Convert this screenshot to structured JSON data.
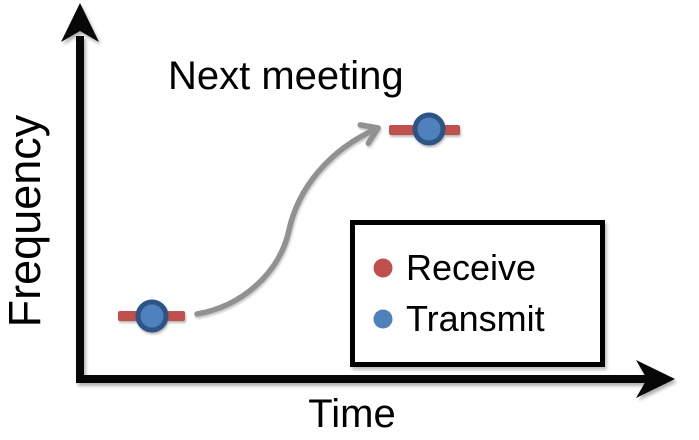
{
  "figure": {
    "annotation": "Next meeting",
    "y_axis_label": "Frequency",
    "x_axis_label": "Time"
  },
  "legend": {
    "items": [
      {
        "label": "Receive",
        "color": "#C0504D"
      },
      {
        "label": "Transmit",
        "color": "#4F81BD"
      }
    ]
  },
  "markers": {
    "point_style": "blue-transmit-circle-on-red-receive-bar",
    "hop_arrow_style": "gray-s-curve-arrow"
  },
  "colors": {
    "receive": "#C0504D",
    "transmit": "#4F81BD",
    "transmit_ring": "#2E5486",
    "hop_arrow": "#919191",
    "axis": "#070707"
  }
}
